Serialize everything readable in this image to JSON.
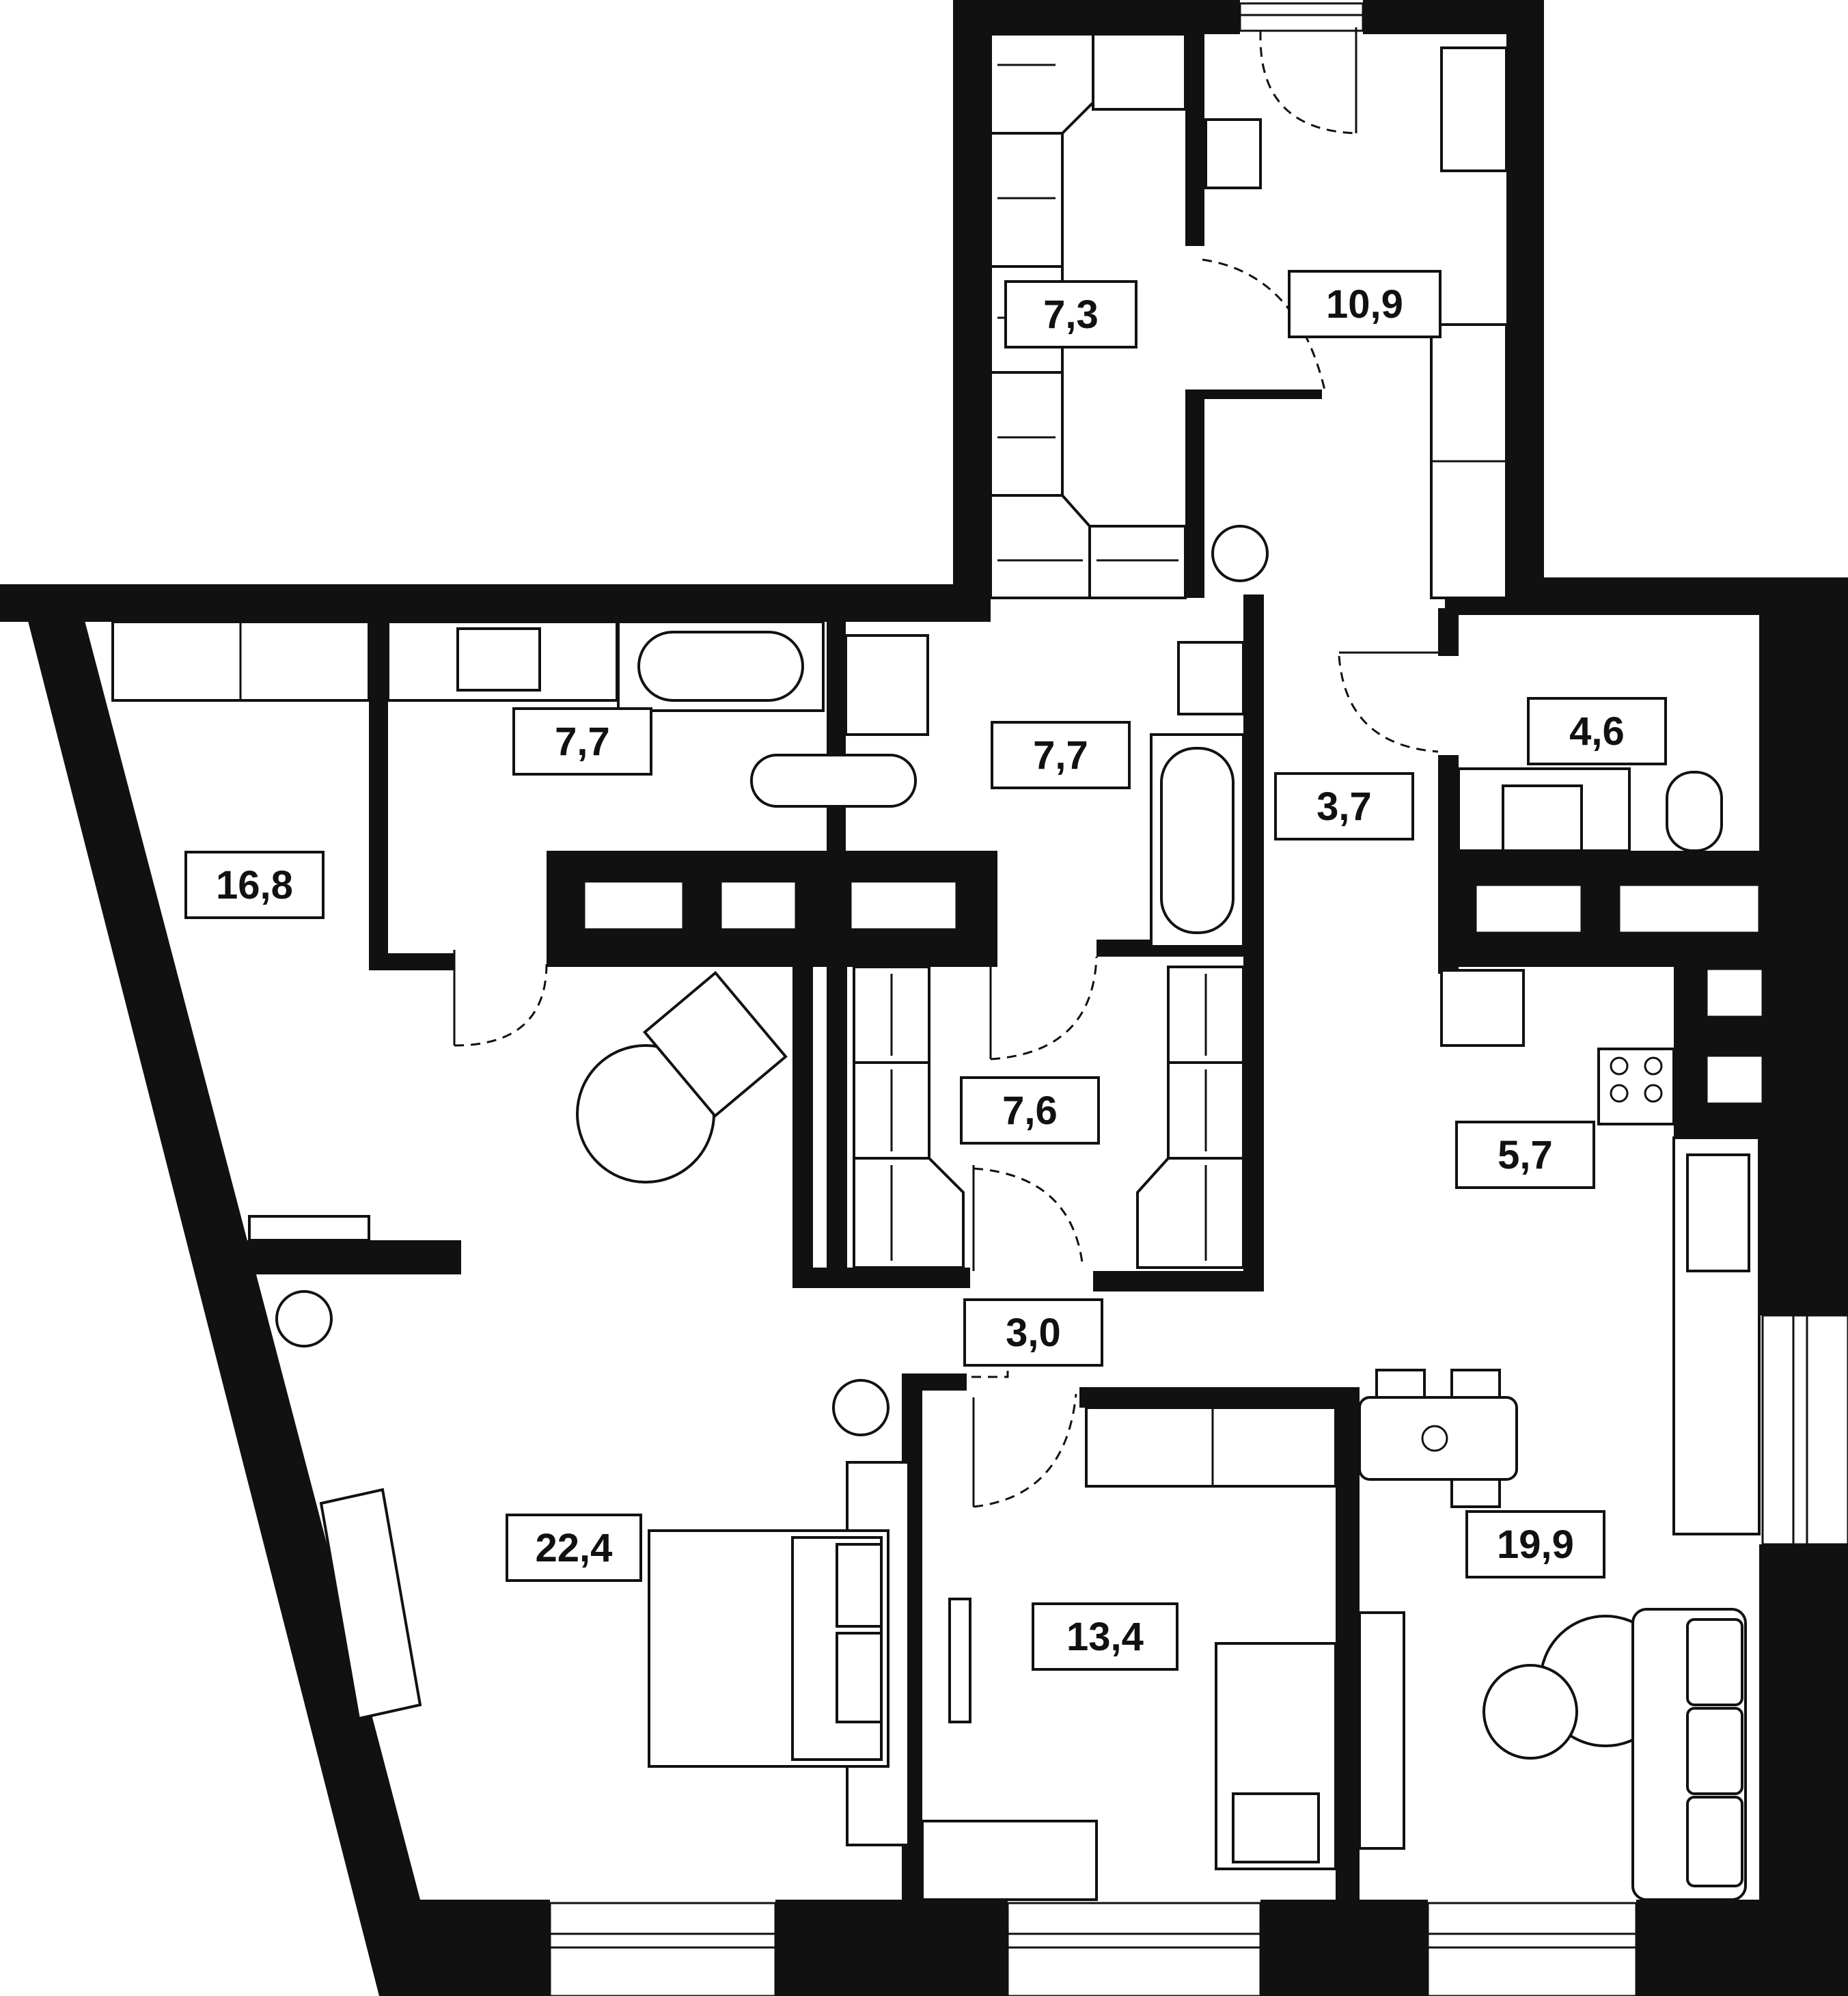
{
  "rooms": [
    {
      "id": "walk-in-closet-top",
      "area": "7,3"
    },
    {
      "id": "hall-top",
      "area": "10,9"
    },
    {
      "id": "bathroom-left",
      "area": "7,7"
    },
    {
      "id": "bathroom-middle",
      "area": "7,7"
    },
    {
      "id": "corridor-right",
      "area": "3,7"
    },
    {
      "id": "wc",
      "area": "4,6"
    },
    {
      "id": "bedroom-left",
      "area": "16,8"
    },
    {
      "id": "walk-in-closet-middle",
      "area": "7,6"
    },
    {
      "id": "kitchen-niche",
      "area": "5,7"
    },
    {
      "id": "corridor-middle",
      "area": "3,0"
    },
    {
      "id": "living-room-left",
      "area": "22,4"
    },
    {
      "id": "bedroom-middle",
      "area": "13,4"
    },
    {
      "id": "kitchen-living",
      "area": "19,9"
    }
  ],
  "colors": {
    "wall": "#111111",
    "background": "#ffffff"
  }
}
